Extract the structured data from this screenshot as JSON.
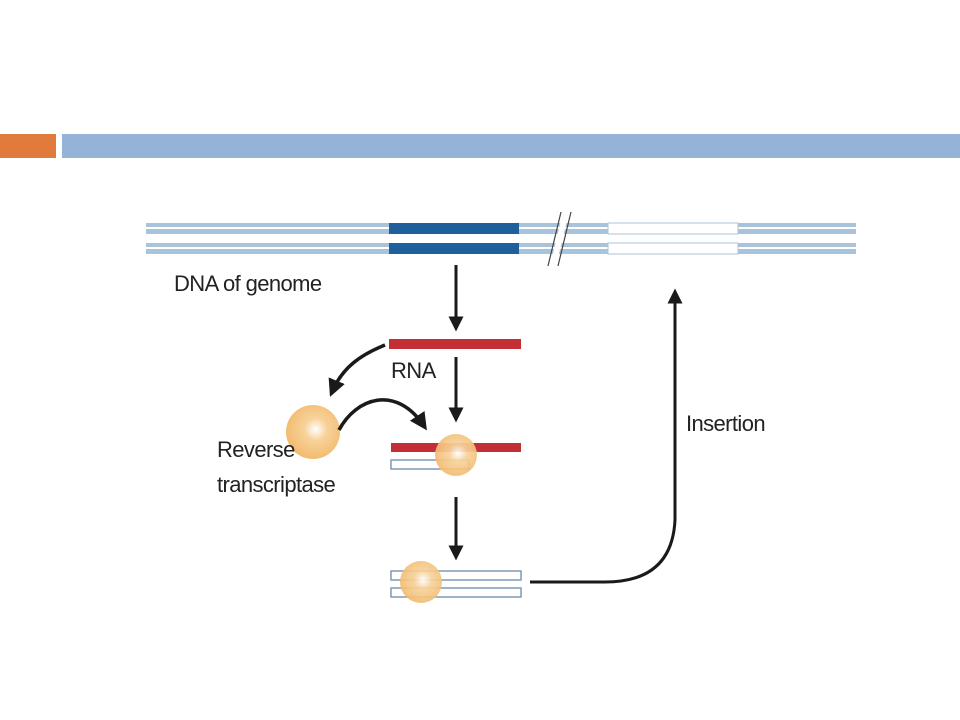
{
  "header_bar": {
    "accent_color": "#E07B3C",
    "bar_color": "#95B3D7"
  },
  "diagram": {
    "labels": {
      "genome": "DNA of genome",
      "rna": "RNA",
      "enzyme_line1": "Reverse",
      "enzyme_line2": "transcriptase",
      "insertion": "Insertion"
    },
    "colors": {
      "dna_strand": "#A9C4DA",
      "gene": "#1F5F9C",
      "rna": "#C42E35",
      "enzyme": "#F2B86A",
      "arrow": "#1a1a1a"
    }
  }
}
